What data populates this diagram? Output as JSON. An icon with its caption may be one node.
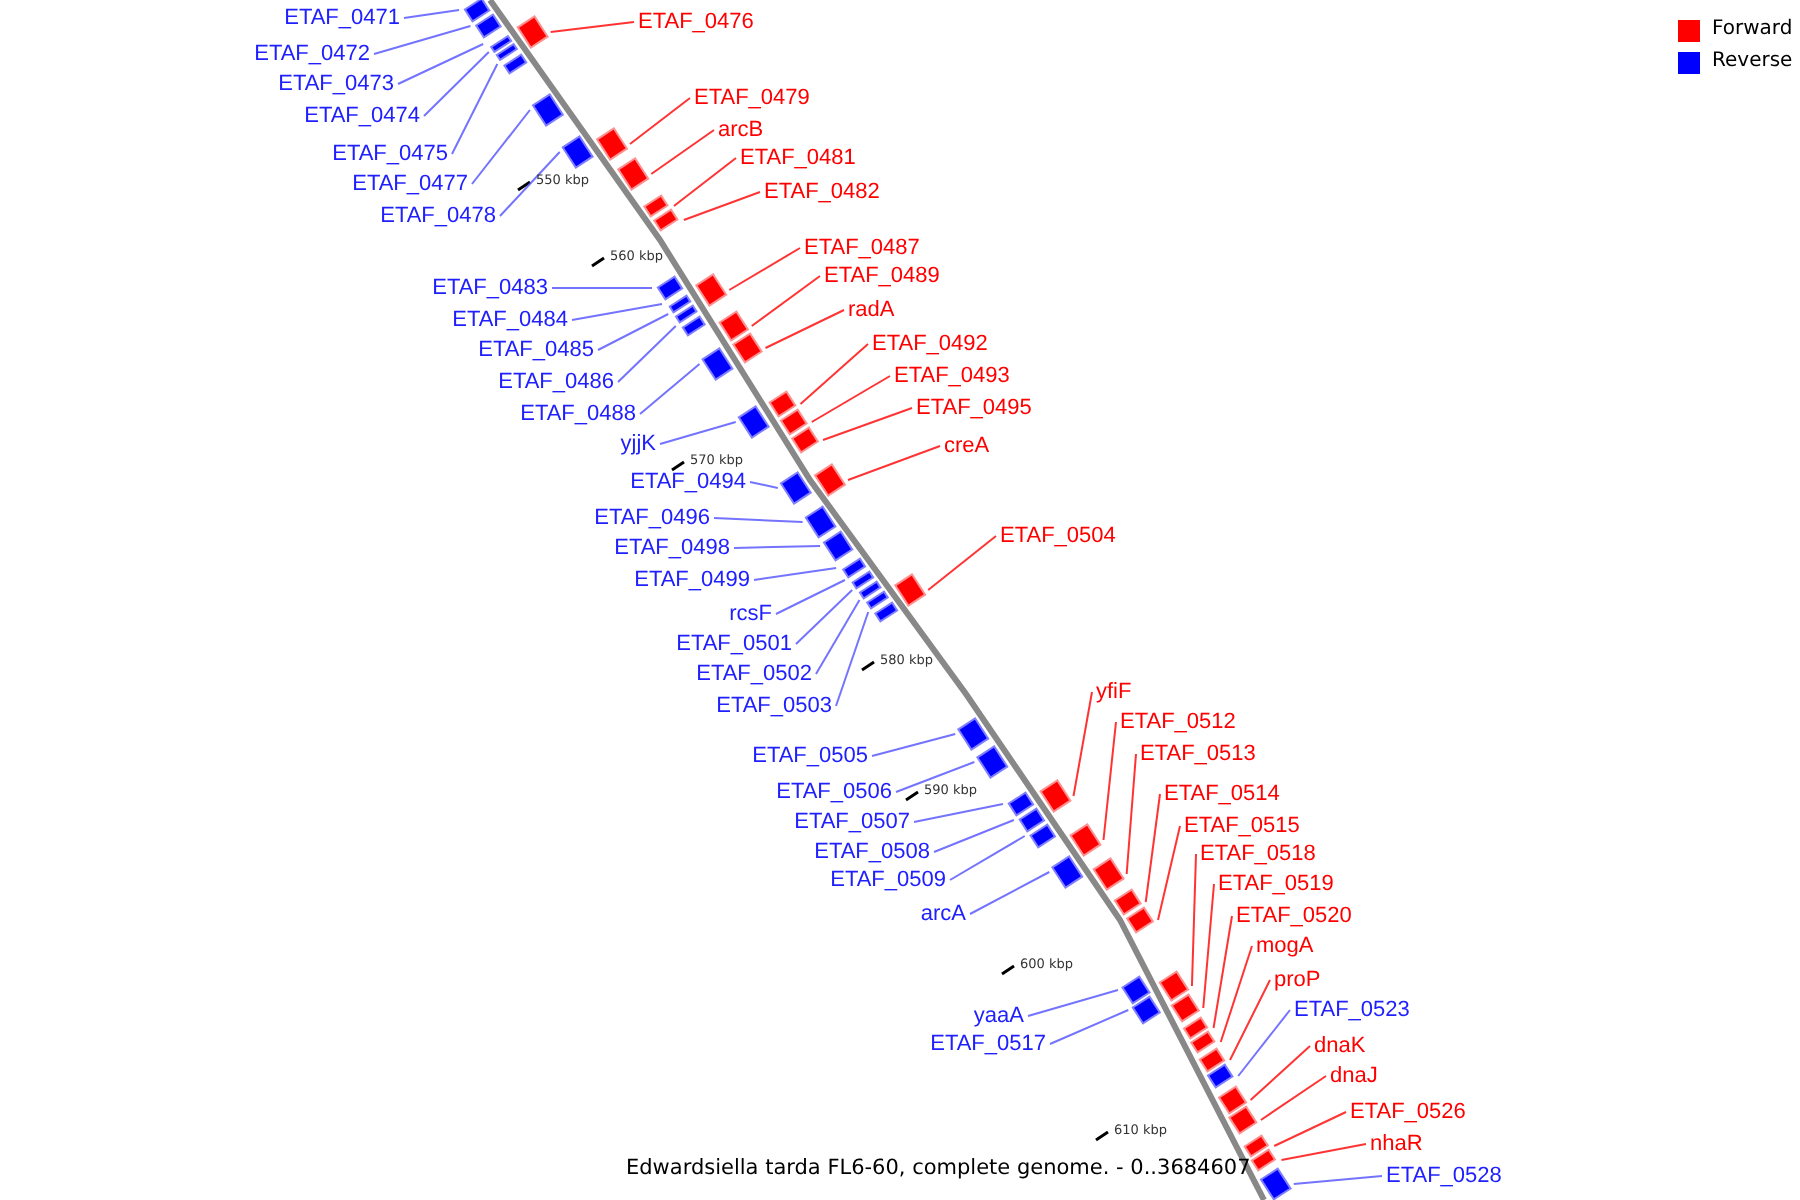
{
  "diagram": {
    "caption": "Edwardsiella tarda FL6-60, complete genome. - 0..3684607",
    "nodes": [
      {
        "text": [
          "ETAF_0476"
        ]
      },
      {
        "text": [
          "ETAF_0471"
        ]
      },
      {
        "text": [
          "ETAF_0472"
        ]
      },
      {
        "text": [
          "ETAF_0473"
        ]
      },
      {
        "text": [
          "ETAF_0479"
        ]
      },
      {
        "text": [
          "ETAF_0474"
        ]
      },
      {
        "text": [
          "arcB"
        ]
      },
      {
        "text": [
          "ETAF_0475"
        ]
      },
      {
        "text": [
          "ETAF_0481"
        ]
      },
      {
        "text": [
          "ETAF_0477"
        ]
      },
      {
        "text": [
          "ETAF_0482"
        ]
      },
      {
        "text": [
          "ETAF_0478"
        ]
      },
      {
        "text": [
          "ETAF_0487"
        ]
      },
      {
        "text": [
          "ETAF_0489"
        ]
      },
      {
        "text": [
          "ETAF_0483"
        ]
      },
      {
        "text": [
          "radA"
        ]
      },
      {
        "text": [
          "ETAF_0484"
        ]
      },
      {
        "text": [
          "ETAF_0492"
        ]
      },
      {
        "text": [
          "ETAF_0485"
        ]
      },
      {
        "text": [
          "ETAF_0493"
        ]
      },
      {
        "text": [
          "ETAF_0486"
        ]
      },
      {
        "text": [
          "ETAF_0495"
        ]
      },
      {
        "text": [
          "ETAF_0488"
        ]
      },
      {
        "text": [
          "yjjK"
        ]
      },
      {
        "text": [
          "creA"
        ]
      },
      {
        "text": [
          "ETAF_0494"
        ]
      },
      {
        "text": [
          "ETAF_0496"
        ]
      },
      {
        "text": [
          "ETAF_0504"
        ]
      },
      {
        "text": [
          "ETAF_0498"
        ]
      },
      {
        "text": [
          "ETAF_0499"
        ]
      },
      {
        "text": [
          "rcsF"
        ]
      },
      {
        "text": [
          "ETAF_0501"
        ]
      },
      {
        "text": [
          "ETAF_0502"
        ]
      },
      {
        "text": [
          "yfiF"
        ]
      },
      {
        "text": [
          "ETAF_0503"
        ]
      },
      {
        "text": [
          "ETAF_0512"
        ]
      },
      {
        "text": [
          "ETAF_0513"
        ]
      },
      {
        "text": [
          "ETAF_0505"
        ]
      },
      {
        "text": [
          "ETAF_0506"
        ]
      },
      {
        "text": [
          "ETAF_0514"
        ]
      },
      {
        "text": [
          "ETAF_0507"
        ]
      },
      {
        "text": [
          "ETAF_0515"
        ]
      },
      {
        "text": [
          "ETAF_0508"
        ]
      },
      {
        "text": [
          "ETAF_0518"
        ]
      },
      {
        "text": [
          "ETAF_0509"
        ]
      },
      {
        "text": [
          "ETAF_0519"
        ]
      },
      {
        "text": [
          "arcA"
        ]
      },
      {
        "text": [
          "ETAF_0520"
        ]
      },
      {
        "text": [
          "mogA"
        ]
      },
      {
        "text": [
          "proP"
        ]
      },
      {
        "text": [
          "ETAF_0523"
        ]
      },
      {
        "text": [
          "yaaA"
        ]
      },
      {
        "text": [
          "ETAF_0517"
        ]
      },
      {
        "text": [
          "dnaK"
        ]
      },
      {
        "text": [
          "dnaJ"
        ]
      },
      {
        "text": [
          "ETAF_0526"
        ]
      },
      {
        "text": [
          "nhaR"
        ]
      },
      {
        "text": [
          "ETAF_0528"
        ]
      },
      {
        "text": [],
        "shape": "bar"
      },
      {
        "text": [],
        "shape": "bar"
      },
      {
        "text": [],
        "shape": "bar"
      },
      {
        "text": [],
        "shape": "bar"
      },
      {
        "text": [],
        "shape": "bar"
      },
      {
        "text": [],
        "shape": "bar"
      },
      {
        "text": [],
        "shape": "bar"
      },
      {
        "text": [],
        "shape": "bar"
      },
      {
        "text": [],
        "shape": "bar"
      },
      {
        "text": [],
        "shape": "bar"
      },
      {
        "text": [],
        "shape": "bar"
      },
      {
        "text": [],
        "shape": "bar"
      },
      {
        "text": [],
        "shape": "bar"
      },
      {
        "text": [],
        "shape": "bar"
      },
      {
        "text": [],
        "shape": "bar"
      },
      {
        "text": [],
        "shape": "bar"
      },
      {
        "text": [],
        "shape": "bar"
      },
      {
        "text": [],
        "shape": "bar"
      },
      {
        "text": [],
        "shape": "bar"
      },
      {
        "text": [],
        "shape": "bar"
      },
      {
        "text": [],
        "shape": "bar"
      },
      {
        "text": [],
        "shape": "bar"
      },
      {
        "text": [],
        "shape": "bar"
      },
      {
        "text": [],
        "shape": "bar"
      },
      {
        "text": [],
        "shape": "bar"
      },
      {
        "text": [],
        "shape": "bar"
      },
      {
        "text": [],
        "shape": "bar"
      },
      {
        "text": [],
        "shape": "bar"
      },
      {
        "text": [],
        "shape": "bar"
      },
      {
        "text": [],
        "shape": "bar"
      },
      {
        "text": [],
        "shape": "bar"
      },
      {
        "text": [],
        "shape": "bar"
      },
      {
        "text": [],
        "shape": "bar"
      },
      {
        "text": [],
        "shape": "bar"
      },
      {
        "text": [],
        "shape": "bar"
      },
      {
        "text": [],
        "shape": "bar"
      },
      {
        "text": [],
        "shape": "bar"
      },
      {
        "text": [],
        "shape": "bar"
      },
      {
        "text": [],
        "shape": "bar"
      },
      {
        "text": [],
        "shape": "bar"
      },
      {
        "text": [],
        "shape": "bar"
      },
      {
        "text": [],
        "shape": "bar"
      },
      {
        "text": [],
        "shape": "bar"
      },
      {
        "text": [],
        "shape": "bar"
      },
      {
        "text": [],
        "shape": "bar"
      },
      {
        "text": [],
        "shape": "bar"
      },
      {
        "text": [],
        "shape": "bar"
      },
      {
        "text": [],
        "shape": "bar"
      },
      {
        "text": [],
        "shape": "bar"
      },
      {
        "text": [],
        "shape": "bar"
      },
      {
        "text": [],
        "shape": "bar"
      },
      {
        "text": [],
        "shape": "bar"
      },
      {
        "text": [],
        "shape": "bar"
      },
      {
        "text": [],
        "shape": "bar"
      },
      {
        "text": [],
        "shape": "bar"
      },
      {
        "text": [],
        "shape": "bar"
      },
      {
        "text": [],
        "shape": "bar"
      },
      {
        "text": [],
        "shape": "bar"
      }
    ],
    "edges": [
      {
        "from": 0,
        "to": 58,
        "arrow": "none",
        "color": "#ff0000"
      },
      {
        "from": 1,
        "to": 59,
        "arrow": "none"
      },
      {
        "from": 2,
        "to": 60,
        "arrow": "none"
      },
      {
        "from": 3,
        "to": 61,
        "arrow": "none"
      },
      {
        "from": 4,
        "to": 62,
        "arrow": "none",
        "color": "#ff0000"
      },
      {
        "from": 5,
        "to": 63,
        "arrow": "none"
      },
      {
        "from": 6,
        "to": 64,
        "arrow": "none",
        "color": "#ff0000"
      },
      {
        "from": 7,
        "to": 65,
        "arrow": "none"
      },
      {
        "from": 8,
        "to": 66,
        "arrow": "none",
        "color": "#ff0000"
      },
      {
        "from": 9,
        "to": 67,
        "arrow": "none"
      },
      {
        "from": 10,
        "to": 68,
        "arrow": "none",
        "color": "#ff0000"
      },
      {
        "from": 11,
        "to": 69,
        "arrow": "none"
      },
      {
        "from": 12,
        "to": 70,
        "arrow": "none",
        "color": "#ff0000"
      },
      {
        "from": 13,
        "to": 71,
        "arrow": "none",
        "color": "#ff0000"
      },
      {
        "from": 14,
        "to": 72,
        "arrow": "none"
      },
      {
        "from": 15,
        "to": 73,
        "arrow": "none",
        "color": "#ff0000"
      },
      {
        "from": 16,
        "to": 74,
        "arrow": "none"
      },
      {
        "from": 17,
        "to": 75,
        "arrow": "none",
        "color": "#ff0000"
      },
      {
        "from": 18,
        "to": 76,
        "arrow": "none"
      },
      {
        "from": 19,
        "to": 77,
        "arrow": "none",
        "color": "#ff0000"
      },
      {
        "from": 20,
        "to": 78,
        "arrow": "none"
      },
      {
        "from": 21,
        "to": 79,
        "arrow": "none",
        "color": "#ff0000"
      },
      {
        "from": 22,
        "to": 80,
        "arrow": "none"
      },
      {
        "from": 23,
        "to": 81,
        "arrow": "none"
      },
      {
        "from": 24,
        "to": 82,
        "arrow": "none",
        "color": "#ff0000"
      },
      {
        "from": 25,
        "to": 83,
        "arrow": "none"
      },
      {
        "from": 26,
        "to": 84,
        "arrow": "none"
      },
      {
        "from": 27,
        "to": 85,
        "arrow": "none",
        "color": "#ff0000"
      },
      {
        "from": 28,
        "to": 86,
        "arrow": "none"
      },
      {
        "from": 29,
        "to": 87,
        "arrow": "none"
      },
      {
        "from": 30,
        "to": 88,
        "arrow": "none"
      },
      {
        "from": 31,
        "to": 89,
        "arrow": "none"
      },
      {
        "from": 32,
        "to": 90,
        "arrow": "none"
      },
      {
        "from": 33,
        "to": 91,
        "arrow": "none",
        "color": "#ff0000"
      },
      {
        "from": 34,
        "to": 92,
        "arrow": "none"
      },
      {
        "from": 35,
        "to": 93,
        "arrow": "none",
        "color": "#ff0000"
      },
      {
        "from": 36,
        "to": 94,
        "arrow": "none",
        "color": "#ff0000"
      },
      {
        "from": 37,
        "to": 95,
        "arrow": "none"
      },
      {
        "from": 38,
        "to": 96,
        "arrow": "none"
      },
      {
        "from": 39,
        "to": 97,
        "arrow": "none",
        "color": "#ff0000"
      },
      {
        "from": 40,
        "to": 98,
        "arrow": "none"
      },
      {
        "from": 41,
        "to": 99,
        "arrow": "none",
        "color": "#ff0000"
      },
      {
        "from": 42,
        "to": 100,
        "arrow": "none"
      },
      {
        "from": 43,
        "to": 101,
        "arrow": "none",
        "color": "#ff0000"
      },
      {
        "from": 44,
        "to": 102,
        "arrow": "none"
      },
      {
        "from": 45,
        "to": 103,
        "arrow": "none",
        "color": "#ff0000"
      },
      {
        "from": 46,
        "to": 104,
        "arrow": "none"
      },
      {
        "from": 47,
        "to": 105,
        "arrow": "none",
        "color": "#ff0000"
      },
      {
        "from": 48,
        "to": 106,
        "arrow": "none",
        "color": "#ff0000"
      },
      {
        "from": 49,
        "to": 107,
        "arrow": "none",
        "color": "#ff0000"
      },
      {
        "from": 50,
        "to": 108,
        "arrow": "none"
      },
      {
        "from": 51,
        "to": 109,
        "arrow": "none"
      },
      {
        "from": 52,
        "to": 110,
        "arrow": "none"
      },
      {
        "from": 53,
        "to": 111,
        "arrow": "none",
        "color": "#ff0000"
      },
      {
        "from": 54,
        "to": 112,
        "arrow": "none",
        "color": "#ff0000"
      },
      {
        "from": 55,
        "to": 113,
        "arrow": "none",
        "color": "#ff0000"
      },
      {
        "from": 56,
        "to": 114,
        "arrow": "none",
        "color": "#ff0000"
      },
      {
        "from": 57,
        "to": 115,
        "arrow": "none"
      }
    ],
    "labels": [
      "550 kbp",
      "560 kbp",
      "570 kbp",
      "580 kbp",
      "590 kbp",
      "600 kbp",
      "610 kbp"
    ],
    "legend": [
      {
        "text": "Forward",
        "color": "#ff0000"
      },
      {
        "text": "Reverse",
        "color": "#0000ff"
      }
    ]
  }
}
